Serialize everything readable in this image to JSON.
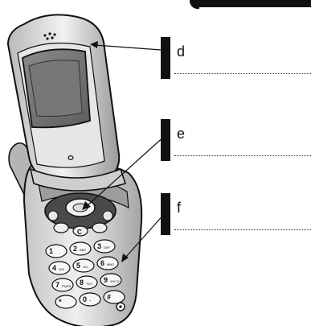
{
  "callouts": [
    {
      "letter": "d",
      "target": "earpiece"
    },
    {
      "letter": "e",
      "target": "navigation-key"
    },
    {
      "letter": "f",
      "target": "keypad"
    }
  ],
  "keypad": {
    "rows": [
      [
        {
          "digit": "1",
          "letters": ""
        },
        {
          "digit": "2",
          "letters": "ABC"
        },
        {
          "digit": "3",
          "letters": "DEF"
        }
      ],
      [
        {
          "digit": "4",
          "letters": "GHI"
        },
        {
          "digit": "5",
          "letters": "JKL"
        },
        {
          "digit": "6",
          "letters": "MNO"
        }
      ],
      [
        {
          "digit": "7",
          "letters": "PQRS"
        },
        {
          "digit": "8",
          "letters": "TUV"
        },
        {
          "digit": "9",
          "letters": "WXYZ"
        }
      ],
      [
        {
          "digit": "*",
          "letters": ""
        },
        {
          "digit": "0",
          "letters": "+"
        },
        {
          "digit": "#",
          "letters": ""
        }
      ]
    ],
    "clear_key": "C"
  },
  "colors": {
    "ink": "#111111",
    "screen": "#6e6e6e",
    "body": "#d9d9d9",
    "body_dark": "#a7a7a7"
  }
}
